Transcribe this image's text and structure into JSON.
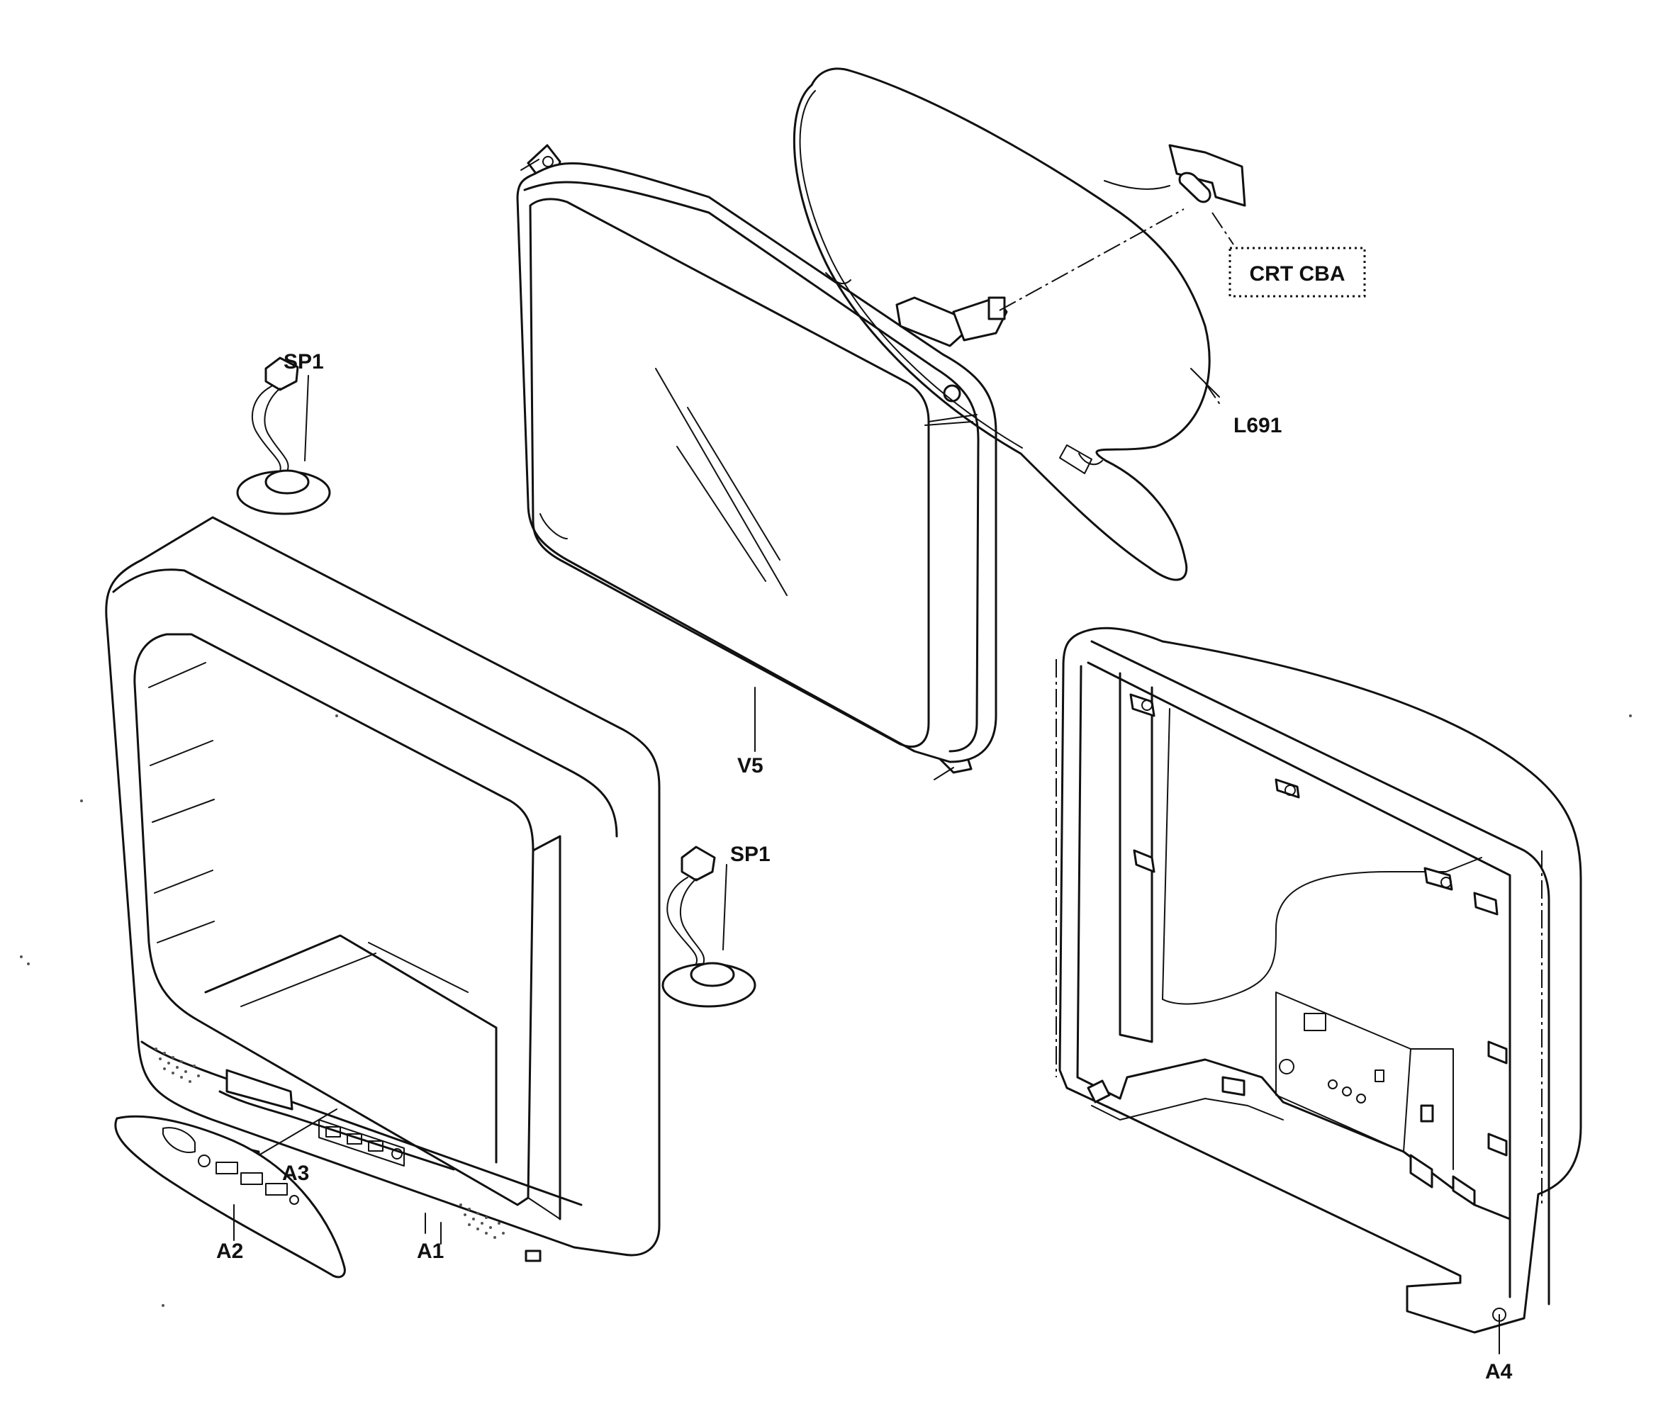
{
  "labels": {
    "crt_cba": "CRT CBA",
    "l691": "L691",
    "sp1_top": "SP1",
    "sp1_right": "SP1",
    "v5": "V5",
    "a1": "A1",
    "a2": "A2",
    "a3": "A3",
    "a4": "A4"
  }
}
